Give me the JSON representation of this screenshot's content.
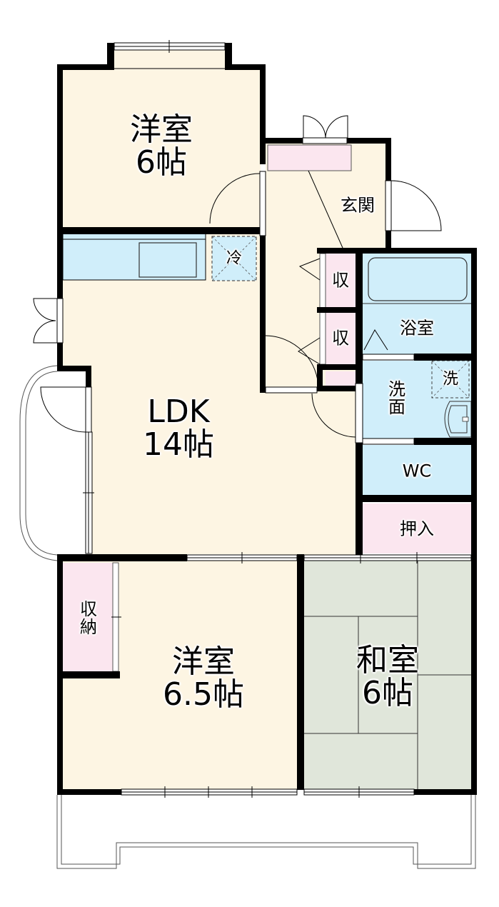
{
  "colors": {
    "wall": "#000000",
    "western_floor": "#fdf5e3",
    "wet_area": "#d0eefa",
    "storage": "#fbe6ef",
    "tatami": "#e0e6da"
  },
  "rooms": {
    "western_top": {
      "name": "洋室",
      "size": "6帖"
    },
    "entrance": {
      "name": "玄関"
    },
    "ldk": {
      "name": "LDK",
      "size": "14帖"
    },
    "fridge": {
      "name": "冷"
    },
    "storage1": {
      "name": "収"
    },
    "storage2": {
      "name": "収"
    },
    "bathroom": {
      "name": "浴室"
    },
    "washroom": {
      "name_line1": "洗",
      "name_line2": "面"
    },
    "washer": {
      "name": "洗"
    },
    "wc": {
      "name": "WC"
    },
    "closet": {
      "name": "押入"
    },
    "storage_left": {
      "name_line1": "収",
      "name_line2": "納"
    },
    "western_bottom": {
      "name": "洋室",
      "size": "6.5帖"
    },
    "japanese": {
      "name": "和室",
      "size": "6帖"
    }
  }
}
